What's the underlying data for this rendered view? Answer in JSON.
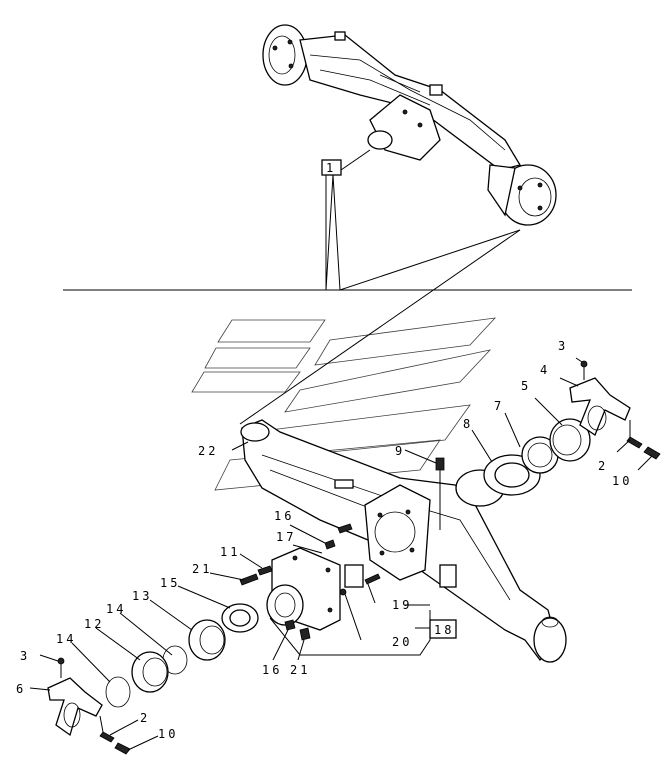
{
  "callouts": {
    "p1": "1",
    "p2a": "2",
    "p2b": "2",
    "p3a": "3",
    "p3b": "3",
    "p4": "4",
    "p5": "5",
    "p6": "6",
    "p7": "7",
    "p8": "8",
    "p9": "9",
    "p10a": "10",
    "p10b": "10",
    "p11": "11",
    "p12": "12",
    "p13": "13",
    "p14a": "14",
    "p14b": "14",
    "p15": "15",
    "p16a": "16",
    "p16b": "16",
    "p17": "17",
    "p18": "18",
    "p19": "19",
    "p20": "20",
    "p21a": "21",
    "p21b": "21",
    "p22": "22"
  },
  "colors": {
    "line": "#000000",
    "background": "#ffffff"
  }
}
